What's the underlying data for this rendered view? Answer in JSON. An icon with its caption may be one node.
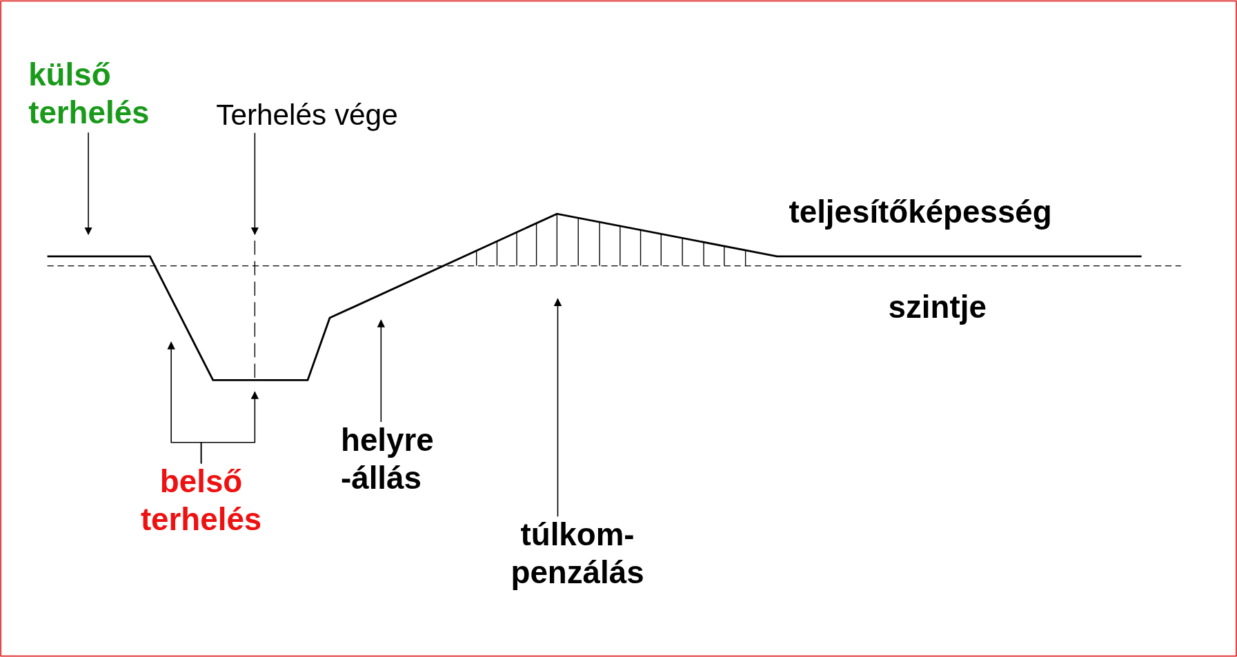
{
  "diagram": {
    "nodes": [
      {
        "text": [
          "külső terhelés"
        ]
      },
      {
        "text": [
          "Terhelés vége"
        ]
      },
      {
        "text": [
          "belső terhelés"
        ]
      },
      {
        "text": [
          "helyre -állás"
        ]
      },
      {
        "text": [
          "túlkom- penzálás"
        ]
      }
    ],
    "edges": [
      {
        "from": 0,
        "to": null,
        "arrow": "to"
      },
      {
        "from": 1,
        "to": null,
        "arrow": "to"
      },
      {
        "from": 2,
        "to": null,
        "arrow": "to"
      },
      {
        "from": 2,
        "to": null,
        "arrow": "to"
      },
      {
        "from": 3,
        "to": null,
        "arrow": "to"
      },
      {
        "from": 4,
        "to": null,
        "arrow": "to"
      }
    ],
    "labels": [
      "teljesítőképesség",
      "szintje"
    ]
  }
}
